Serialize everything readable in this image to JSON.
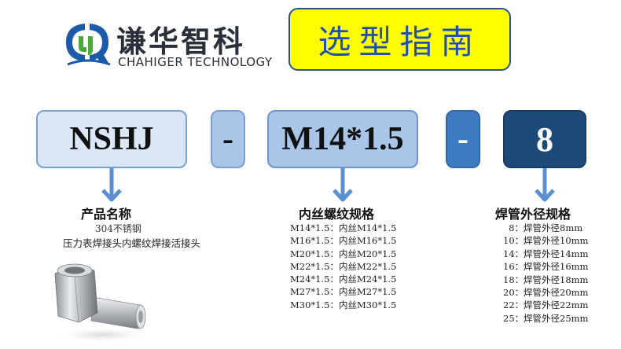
{
  "brand": {
    "name_cn": "谦华智科",
    "name_en": "CHAHIGER TECHNOLOGY",
    "colors": {
      "logo_blue": "#1a5aa8",
      "logo_green": "#4aa93a",
      "logo_dark": "#2b2f3a"
    }
  },
  "title": "选型指南",
  "code": {
    "part1": "NSHJ",
    "sep1": "-",
    "part2": "M14*1.5",
    "sep2": "-",
    "part3": "8"
  },
  "columns": {
    "product": {
      "title": "产品名称",
      "material": "304不锈钢",
      "description": "压力表焊接头内螺纹焊接活接头"
    },
    "thread": {
      "title": "内丝螺纹规格",
      "items": [
        "M14*1.5：内丝M14*1.5",
        "M16*1.5：内丝M16*1.5",
        "M20*1.5：内丝M20*1.5",
        "M22*1.5：内丝M22*1.5",
        "M24*1.5：内丝M24*1.5",
        "M27*1.5：内丝M27*1.5",
        "M30*1.5：内丝M30*1.5"
      ]
    },
    "weld": {
      "title": "焊管外径规格",
      "items": [
        {
          "key": "8：",
          "value": "焊管外径8mm"
        },
        {
          "key": "10：",
          "value": "焊管外径10mm"
        },
        {
          "key": "14：",
          "value": "焊管外径14mm"
        },
        {
          "key": "16：",
          "value": "焊管外径16mm"
        },
        {
          "key": "18：",
          "value": "焊管外径18mm"
        },
        {
          "key": "20：",
          "value": "焊管外径20mm"
        },
        {
          "key": "22：",
          "value": "焊管外径22mm"
        },
        {
          "key": "25：",
          "value": "焊管外径25mm"
        }
      ]
    }
  },
  "icons": {
    "logo": "cq-logo-icon",
    "arrow": "arrow-down-icon",
    "product": "fitting-photo"
  },
  "accent_colors": {
    "title_bg": "#ffff00",
    "title_text": "#2050b0",
    "arrow": "#5b8fd0",
    "box_light": "#dbe7f7",
    "box_mid": "#a9c5e8",
    "box_blue": "#3e7bc2",
    "box_dark": "#1d4a78"
  }
}
